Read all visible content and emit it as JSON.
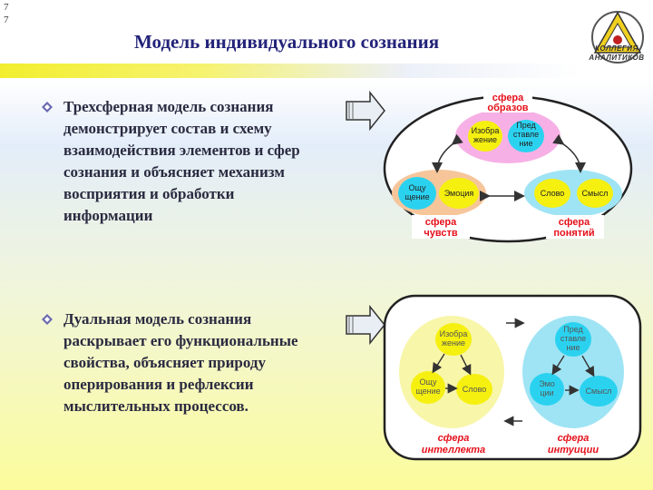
{
  "page_numbers": [
    "7",
    "7"
  ],
  "title": "Модель индивидуального сознания",
  "logo": {
    "line1": "КОЛЛЕГИЯ",
    "line2": "АНАЛИТИКОВ"
  },
  "blocks": [
    {
      "text": [
        "Трехсферная модель сознания",
        "демонстрирует состав и схему",
        "взаимодействия элементов и сфер",
        "сознания и объясняет механизм",
        "восприятия и обработки",
        "информации"
      ]
    },
    {
      "text": [
        "Дуальная модель сознания",
        "раскрывает его функциональные",
        "свойства, объясняет природу",
        "оперирования и рефлексии",
        "мыслительных процессов."
      ]
    }
  ],
  "diagram1": {
    "sphere_images": [
      "сфера",
      "образов"
    ],
    "image": [
      "Изобра",
      "жение"
    ],
    "representation": [
      "Пред",
      "ставле",
      "ние"
    ],
    "sensation": [
      "Ощу",
      "щение"
    ],
    "emotion": "Эмоция",
    "sphere_feelings": [
      "сфера",
      "чувств"
    ],
    "word": "Слово",
    "meaning": "Смысл",
    "sphere_concepts": [
      "сфера",
      "понятий"
    ]
  },
  "diagram2": {
    "image": [
      "Изобра",
      "жение"
    ],
    "sensation": [
      "Ощу",
      "щение"
    ],
    "word": "Слово",
    "sphere_intellect": [
      "сфера",
      "интеллекта"
    ],
    "representation": [
      "Пред",
      "ставле",
      "ние"
    ],
    "emotion": [
      "Эмо",
      "ции"
    ],
    "meaning": "Смысл",
    "sphere_intuition": [
      "сфера",
      "интуиции"
    ]
  },
  "colors": {
    "title": "#23237a",
    "yellow": "#f2f214",
    "cyan": "#2bd2f0",
    "pink": "#f08ad8",
    "orange_sphere": "#f6c69a",
    "sphere_label": "#e5101b"
  }
}
